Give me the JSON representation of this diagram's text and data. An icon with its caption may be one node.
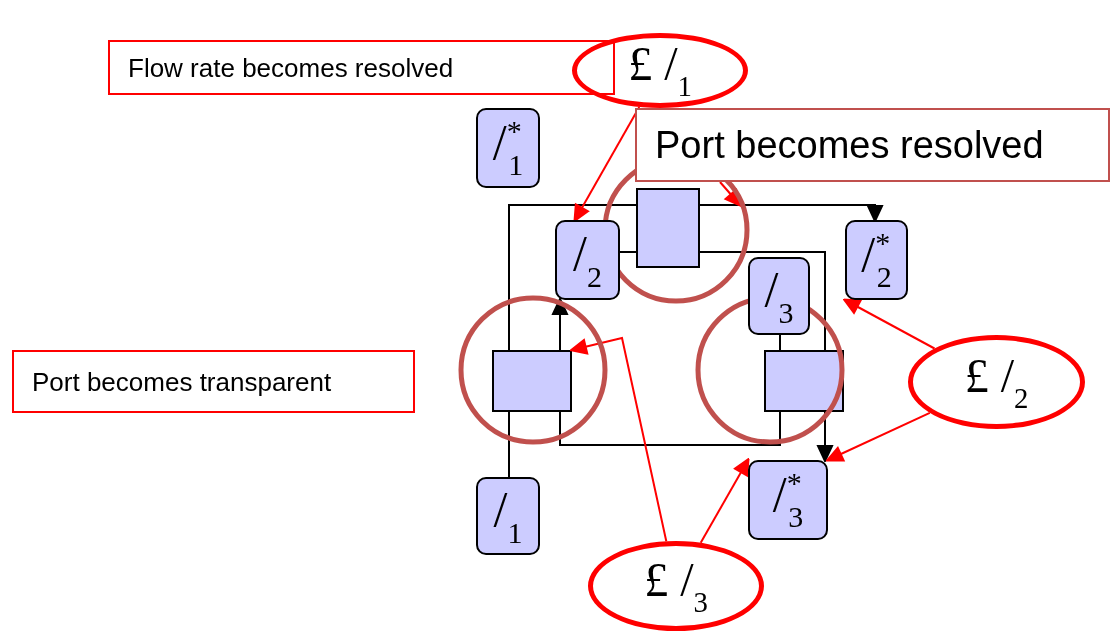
{
  "diagram": {
    "nodes": [
      {
        "text": [
          "Flow rate becomes resolved"
        ]
      },
      {
        "text": [
          "£ /$_{1}$"
        ]
      },
      {
        "text": [
          "Port becomes resolved"
        ]
      },
      {
        "text": [
          "/$^{*}$$_{1}$"
        ]
      },
      {
        "text": [
          "/$_{2}$"
        ]
      },
      {
        "text": [],
        "shape": "box"
      },
      {
        "text": [
          "/$_{3}$"
        ]
      },
      {
        "text": [
          "/$^{*}$$_{2}$"
        ]
      },
      {
        "text": [
          "Port becomes transparent"
        ]
      },
      {
        "text": [],
        "shape": "box"
      },
      {
        "text": [],
        "shape": "box"
      },
      {
        "text": [
          "£ /$_{2}$"
        ]
      },
      {
        "text": [
          "/$_{1}$"
        ]
      },
      {
        "text": [
          "/$^{*}$$_{3}$"
        ]
      },
      {
        "text": [
          "£ /$_{3}$"
        ]
      }
    ],
    "edges": [
      {
        "from": 12,
        "to": 9,
        "arrow": "none"
      },
      {
        "from": 9,
        "to": 5,
        "arrow": "none"
      },
      {
        "from": 5,
        "to": 7,
        "arrow": "to"
      },
      {
        "from": 4,
        "to": 5,
        "arrow": "none"
      },
      {
        "from": 5,
        "to": 10,
        "arrow": "none"
      },
      {
        "from": 10,
        "to": 13,
        "arrow": "to"
      },
      {
        "from": 6,
        "to": 10,
        "arrow": "none"
      },
      {
        "from": 10,
        "to": 9,
        "arrow": "none"
      },
      {
        "from": 9,
        "to": 4,
        "arrow": "to"
      },
      {
        "from": 1,
        "to": 4,
        "arrow": "to",
        "color": "#ff0000"
      },
      {
        "from": 2,
        "to": null,
        "arrow": "to",
        "color": "#ff0000"
      },
      {
        "from": 11,
        "to": 7,
        "arrow": "to",
        "color": "#ff0000"
      },
      {
        "from": 11,
        "to": 13,
        "arrow": "to",
        "color": "#ff0000"
      },
      {
        "from": 14,
        "to": 9,
        "arrow": "to",
        "color": "#ff0000"
      },
      {
        "from": 14,
        "to": 13,
        "arrow": "to",
        "color": "#ff0000"
      }
    ]
  }
}
